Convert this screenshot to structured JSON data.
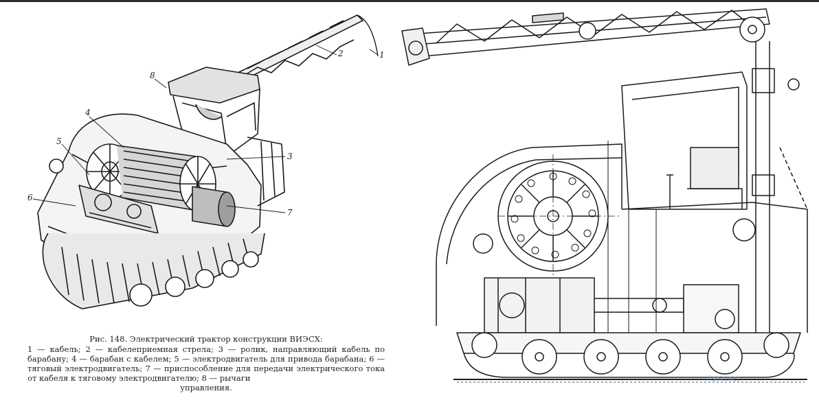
{
  "figure": {
    "title": "Рис. 148. Электрический трактор конструкции ВИЭСХ:",
    "legend_text": "1 — кабель; 2 — кабелеприемная стрела; 3 — ролик, направляющий кабель по барабану; 4 — барабан с кабелем; 5 — электродвигатель для привода барабана; 6 — тяговый электродвигатель; 7 — приспособление для передачи электрического тока от кабеля к тяговому электродвигателю; 8 — рычаги",
    "legend_last": "управления.",
    "callouts": [
      "1",
      "2",
      "3",
      "4",
      "5",
      "6",
      "7",
      "8"
    ]
  },
  "watermark": "fishki.net",
  "colors": {
    "ink": "#1a1a1a",
    "paper": "#ffffff"
  }
}
